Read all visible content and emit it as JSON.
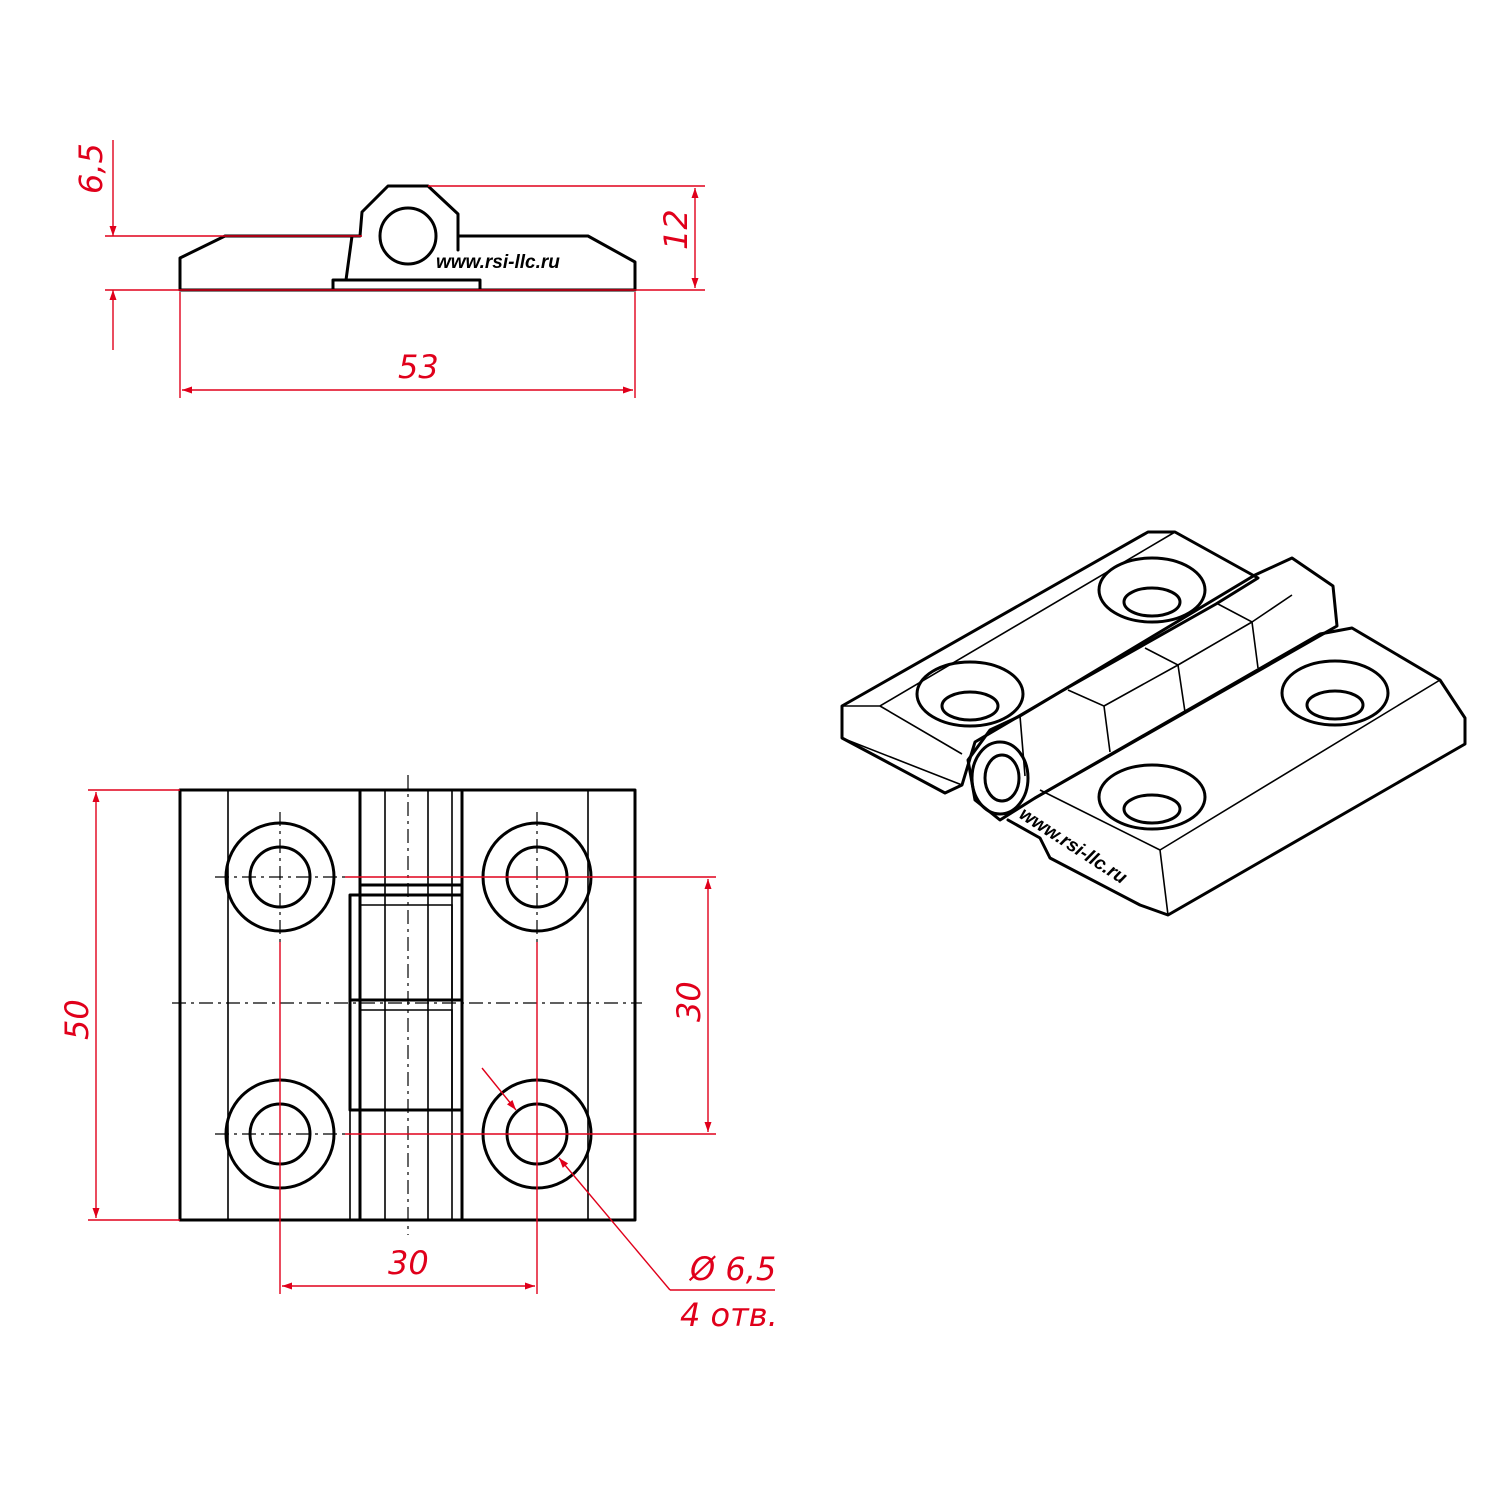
{
  "dimensions": {
    "side_thickness": "6,5",
    "side_height": "12",
    "side_width": "53",
    "front_height": "50",
    "front_vertical_spacing": "30",
    "front_horizontal_spacing": "30",
    "hole_diameter": "Ø 6,5",
    "hole_count": "4 отв."
  },
  "marking": {
    "side_url": "www.rsi-llc.ru",
    "iso_url": "www.rsi-llc.ru"
  },
  "colors": {
    "dimension_lines": "#e0001b",
    "outline": "#000000"
  }
}
